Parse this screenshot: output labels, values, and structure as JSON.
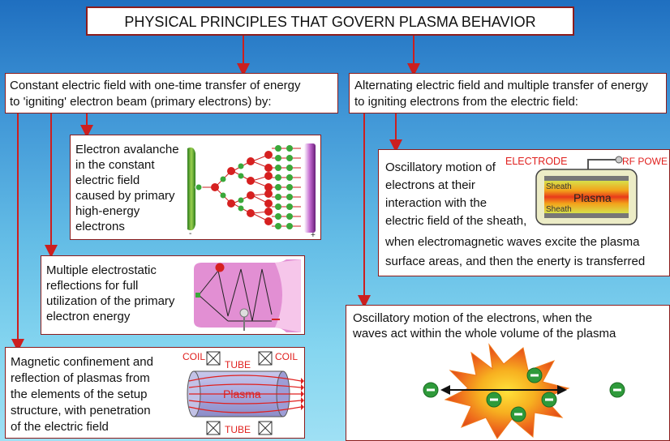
{
  "title": "PHYSICAL PRINCIPLES THAT GOVERN PLASMA BEHAVIOR",
  "left_header": {
    "line1": "Constant electric field with one-time transfer of energy",
    "line2": "to 'igniting' electron beam (primary electrons) by:"
  },
  "right_header": {
    "line1": "Alternating electric field and multiple transfer of energy",
    "line2": "to igniting electrons from the electric field:"
  },
  "avalanche": {
    "lines": [
      "Electron avalanche",
      "in the constant",
      "electric field",
      "caused by primary",
      "high-energy",
      "electrons"
    ],
    "minus": "-",
    "plus": "+"
  },
  "reflections": {
    "lines": [
      "Multiple electrostatic",
      "reflections for full",
      "utilization of the primary",
      "electron energy"
    ]
  },
  "magnetic": {
    "lines": [
      "Magnetic confinement and",
      "reflection of plasmas from",
      "the elements of the setup",
      "structure, with penetration",
      "of the electric field"
    ],
    "coil_left": "COIL",
    "coil_right": "COIL",
    "tube_top": "TUBE",
    "tube_bottom": "TUBE",
    "plasma": "Plasma"
  },
  "oscillatory_sheath": {
    "lines": [
      "Oscillatory motion of",
      "electrons at their",
      "interaction with the",
      "electric field of the sheath,"
    ],
    "lines_full": [
      "when electromagnetic waves excite the plasma",
      "surface areas, and then the enerty is transferred"
    ],
    "electrode": "ELECTRODE",
    "rf_power": "RF POWER",
    "sheath_top": "Sheath",
    "sheath_bottom": "Sheath",
    "plasma": "Plasma"
  },
  "oscillatory_volume": {
    "lines": [
      "Oscillatory motion of the electrons, when the",
      "waves act within the whole volume of the plasma"
    ]
  },
  "colors": {
    "arrow": "#cc1f1f",
    "border": "#8c1c1c",
    "electron": "#3aa83a",
    "ion": "#d62020",
    "label_red": "#e0201e"
  }
}
